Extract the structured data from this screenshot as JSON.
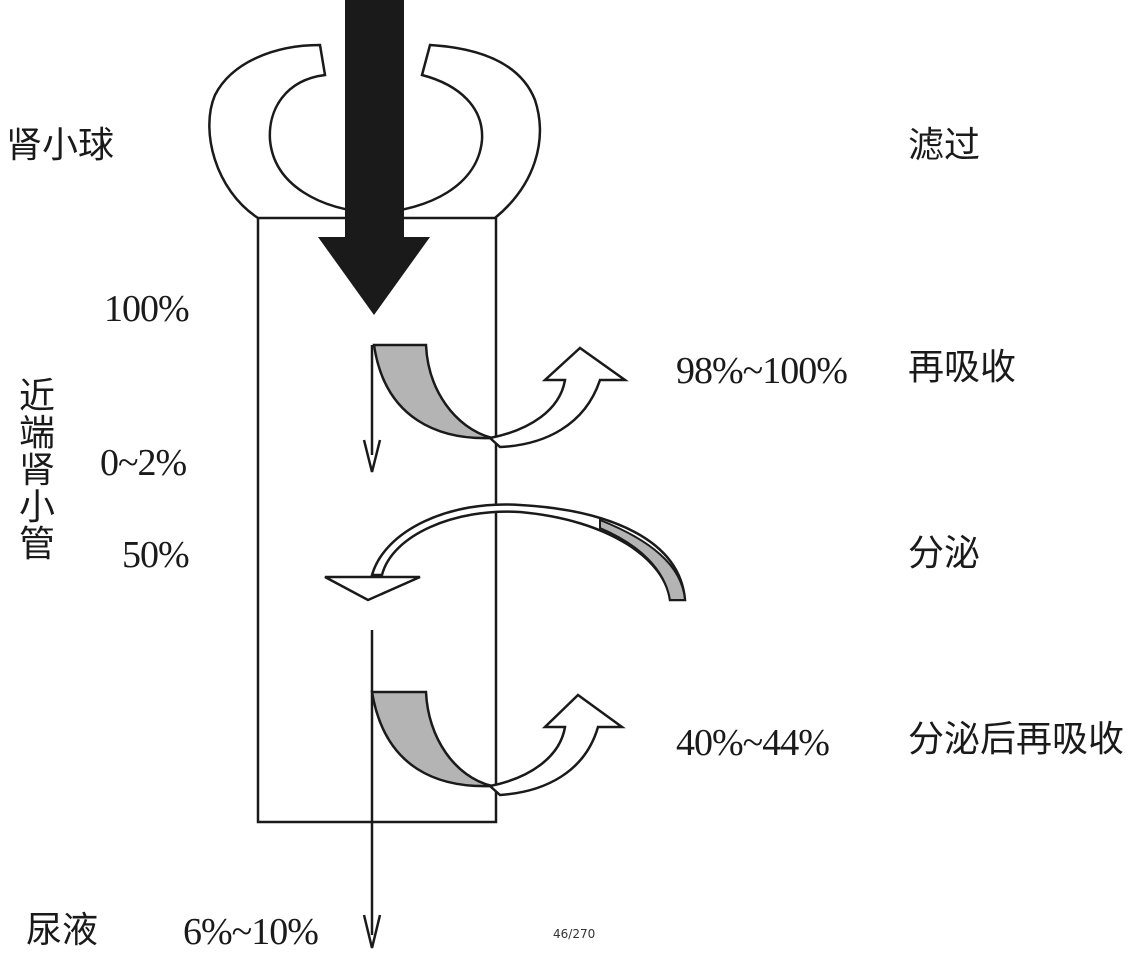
{
  "labels": {
    "glomerulus": "肾小球",
    "filtration": "滤过",
    "proximal_tubule": "近端肾小管",
    "reabsorption": "再吸收",
    "secretion": "分泌",
    "post_secretion_reabsorption": "分泌后再吸收",
    "urine": "尿液"
  },
  "percentages": {
    "filtered": "100%",
    "unbound_remaining": "0~2%",
    "secreted": "50%",
    "reabsorbed": "98%~100%",
    "post_secretion_reabsorbed": "40%~44%",
    "urine": "6%~10%"
  },
  "page_number": "46/270",
  "colors": {
    "ink": "#1a1a1a",
    "fill_gray": "#b4b4b4",
    "background": "#ffffff"
  }
}
